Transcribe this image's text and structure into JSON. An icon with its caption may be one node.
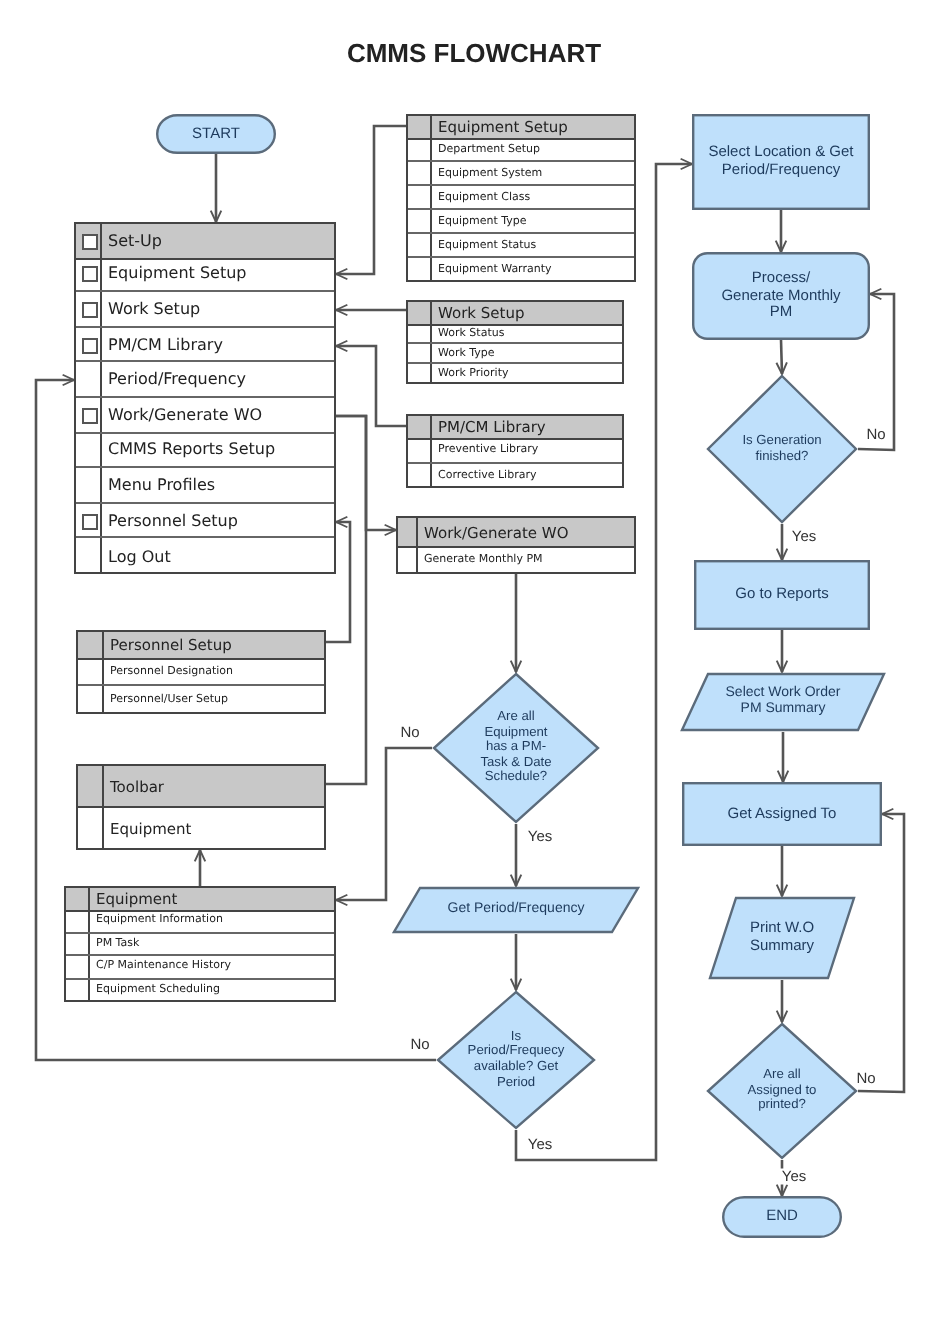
{
  "diagram": {
    "title": "CMMS FLOWCHART",
    "nodes": [
      {
        "text": [
          "START"
        ]
      },
      {
        "text": [
          "Set-Up"
        ]
      },
      {
        "text": [
          "Equipment Setup"
        ],
        "in": 1
      },
      {
        "text": [
          "Work Setup"
        ],
        "in": 1
      },
      {
        "text": [
          "PM/CM Library"
        ],
        "in": 1
      },
      {
        "text": [
          "Period/Frequency"
        ],
        "in": 1
      },
      {
        "text": [
          "Work/Generate WO"
        ],
        "in": 1
      },
      {
        "text": [
          "CMMS Reports Setup"
        ],
        "in": 1
      },
      {
        "text": [
          "Menu Profiles"
        ],
        "in": 1
      },
      {
        "text": [
          "Personnel Setup"
        ],
        "in": 1
      },
      {
        "text": [
          "Log Out"
        ],
        "in": 1
      },
      {
        "text": [
          "Equipment Setup"
        ]
      },
      {
        "text": [
          "Department Setup"
        ],
        "in": 11
      },
      {
        "text": [
          "Equipment System"
        ],
        "in": 11
      },
      {
        "text": [
          "Equipment Class"
        ],
        "in": 11
      },
      {
        "text": [
          "Equipment Type"
        ],
        "in": 11
      },
      {
        "text": [
          "Equipment Status"
        ],
        "in": 11
      },
      {
        "text": [
          "Equipment Warranty"
        ],
        "in": 11
      },
      {
        "text": [
          "Work Setup"
        ]
      },
      {
        "text": [
          "Work Status"
        ],
        "in": 18
      },
      {
        "text": [
          "Work Type"
        ],
        "in": 18
      },
      {
        "text": [
          "Work Priority"
        ],
        "in": 18
      },
      {
        "text": [
          "PM/CM Library"
        ]
      },
      {
        "text": [
          "Preventive Library"
        ],
        "in": 22
      },
      {
        "text": [
          "Corrective Library"
        ],
        "in": 22
      },
      {
        "text": [
          "Work/Generate WO"
        ]
      },
      {
        "text": [
          "Generate Monthly PM"
        ],
        "in": 25
      },
      {
        "text": [
          "Personnel Setup"
        ]
      },
      {
        "text": [
          "Personnel Designation"
        ],
        "in": 27
      },
      {
        "text": [
          "Personnel/User Setup"
        ],
        "in": 27
      },
      {
        "text": [
          "Toolbar"
        ]
      },
      {
        "text": [
          "Equipment"
        ],
        "in": 30
      },
      {
        "text": [
          "Equipment"
        ]
      },
      {
        "text": [
          "Equipment Information"
        ],
        "in": 32
      },
      {
        "text": [
          "PM Task"
        ],
        "in": 32
      },
      {
        "text": [
          "C/P Maintenance History"
        ],
        "in": 32
      },
      {
        "text": [
          "Equipment Scheduling"
        ],
        "in": 32
      },
      {
        "text": [
          "Are all Equipment has a PM-Task & Date Schedule?"
        ]
      },
      {
        "text": [
          "Get Period/Frequency"
        ]
      },
      {
        "text": [
          "Is Period/Frequecy available? Get Period"
        ]
      },
      {
        "text": [
          "Select Location & Get Period/Frequency"
        ]
      },
      {
        "text": [
          "Process/ Generate Monthly PM"
        ]
      },
      {
        "text": [
          "Is Generation finished?"
        ]
      },
      {
        "text": [
          "Go to Reports"
        ]
      },
      {
        "text": [
          "Select Work Order PM Summary"
        ]
      },
      {
        "text": [
          "Get Assigned To"
        ]
      },
      {
        "text": [
          "Print W.O Summary"
        ]
      },
      {
        "text": [
          "Are all Assigned to printed?"
        ]
      },
      {
        "text": [
          "END"
        ]
      }
    ],
    "edges": [
      {
        "from": 0,
        "to": 1,
        "arrow": "to"
      },
      {
        "from": 11,
        "to": 2,
        "arrow": "to"
      },
      {
        "from": 18,
        "to": 3,
        "arrow": "to"
      },
      {
        "from": 22,
        "to": 4,
        "arrow": "to"
      },
      {
        "from": 6,
        "to": 25,
        "arrow": "to"
      },
      {
        "from": 30,
        "to": 6,
        "arrow": "none"
      },
      {
        "from": 27,
        "to": 9,
        "arrow": "to"
      },
      {
        "from": 32,
        "to": 30,
        "arrow": "to"
      },
      {
        "from": 26,
        "to": 37,
        "arrow": "to"
      },
      {
        "from": 37,
        "to": 32,
        "arrow": "to",
        "label": "No"
      },
      {
        "from": 37,
        "to": 38,
        "arrow": "to",
        "label": "Yes"
      },
      {
        "from": 38,
        "to": 39,
        "arrow": "to"
      },
      {
        "from": 39,
        "to": 5,
        "arrow": "to",
        "label": "No"
      },
      {
        "from": 39,
        "to": 40,
        "arrow": "to",
        "label": "Yes"
      },
      {
        "from": 40,
        "to": 41,
        "arrow": "to"
      },
      {
        "from": 41,
        "to": 42,
        "arrow": "to"
      },
      {
        "from": 42,
        "to": 41,
        "arrow": "to",
        "label": "No"
      },
      {
        "from": 42,
        "to": 43,
        "arrow": "to",
        "label": "Yes"
      },
      {
        "from": 43,
        "to": 44,
        "arrow": "to"
      },
      {
        "from": 44,
        "to": 45,
        "arrow": "to"
      },
      {
        "from": 45,
        "to": 46,
        "arrow": "to"
      },
      {
        "from": 46,
        "to": 47,
        "arrow": "to"
      },
      {
        "from": 47,
        "to": 45,
        "arrow": "to",
        "label": "No"
      },
      {
        "from": 47,
        "to": 48,
        "arrow": "to",
        "label": "Yes"
      }
    ]
  }
}
